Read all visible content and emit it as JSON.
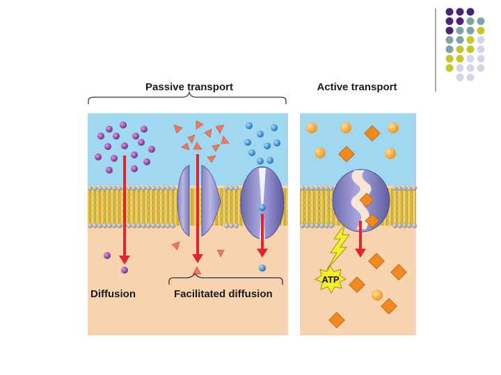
{
  "headings": {
    "passive": "Passive transport",
    "active": "Active transport"
  },
  "captions": {
    "diffusion": "Diffusion",
    "facilitated": "Facilitated diffusion"
  },
  "atp_label": "ATP",
  "colors": {
    "extracellular": "#9fd8f0",
    "cytoplasm": "#f8d3b0",
    "membrane_tail": "#e8c84a",
    "phospholipid_head": "#a7a7a7",
    "arrow": "#e0262b",
    "protein": "#a7a6d8",
    "protein_dark": "#7c79bd",
    "solute_diffusion": "#8e3c9a",
    "solute_facilitated": "#ee7a5e",
    "solute_channel": "#2f86d0",
    "solute_active_sphere": "#f5a53a",
    "solute_active_diamond": "#f08a1e",
    "atp_burst": "#f3ee2a",
    "dot_purple": "#4a2376",
    "dot_teal": "#7fa4a4",
    "dot_olive": "#c6c62c",
    "dot_lavender": "#d5d5e6"
  },
  "icons": {
    "lightning": "lightning-icon",
    "atp": "atp-burst-icon"
  }
}
